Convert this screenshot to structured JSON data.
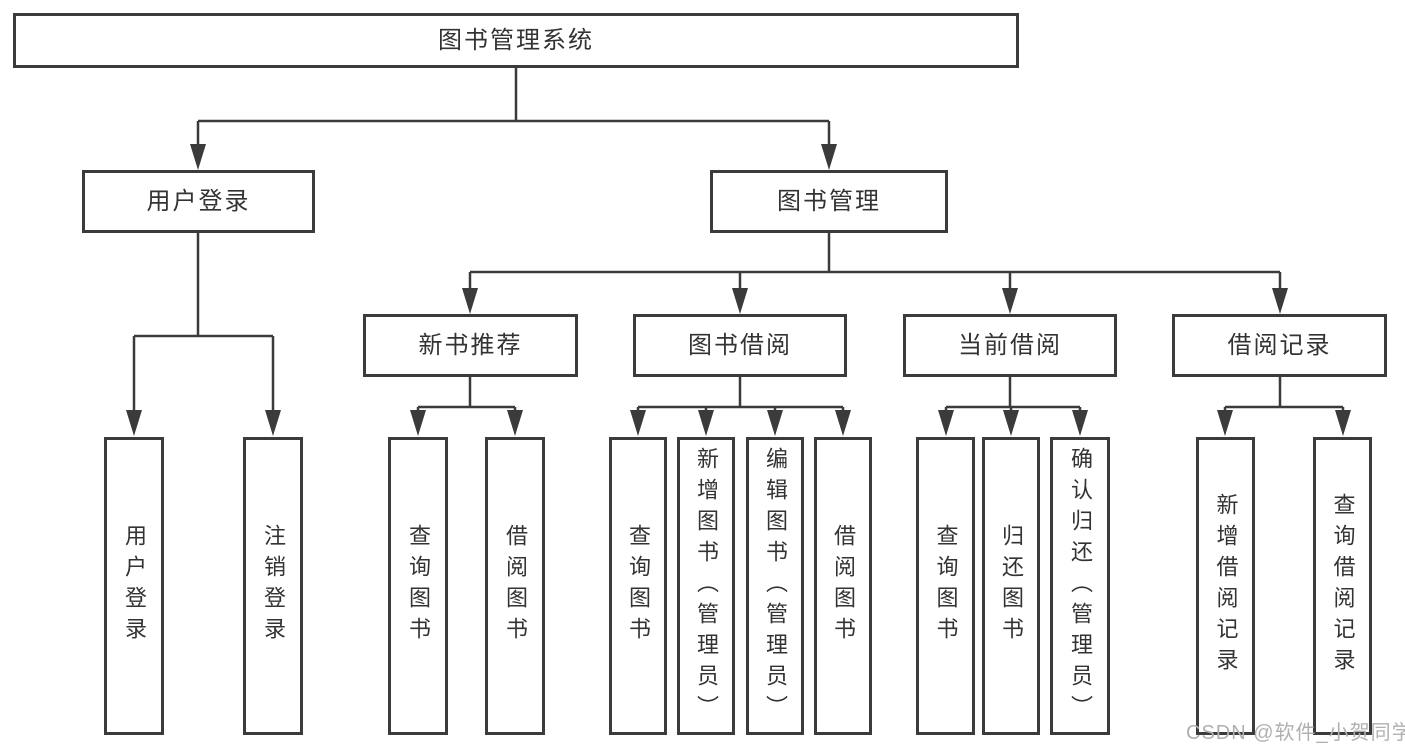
{
  "colors": {
    "line": "#3b3b3b",
    "box_border": "#3b3b3b",
    "text": "#333333",
    "watermark": "#b0b0b0",
    "background": "#ffffff"
  },
  "watermark": {
    "text": "CSDN @软件_小贺同学"
  },
  "tree": {
    "root": {
      "label": "图书管理系统"
    },
    "branches": [
      {
        "label": "用户登录",
        "children": [
          {
            "label": "用户登录"
          },
          {
            "label": "注销登录"
          }
        ]
      },
      {
        "label": "图书管理",
        "children": [
          {
            "label": "新书推荐",
            "children": [
              {
                "label": "查询图书"
              },
              {
                "label": "借阅图书"
              }
            ]
          },
          {
            "label": "图书借阅",
            "children": [
              {
                "label": "查询图书"
              },
              {
                "label": "新增图书（管理员）"
              },
              {
                "label": "编辑图书（管理员）"
              },
              {
                "label": "借阅图书"
              }
            ]
          },
          {
            "label": "当前借阅",
            "children": [
              {
                "label": "查询图书"
              },
              {
                "label": "归还图书"
              },
              {
                "label": "确认归还（管理员）"
              }
            ]
          },
          {
            "label": "借阅记录",
            "children": [
              {
                "label": "新增借阅记录"
              },
              {
                "label": "查询借阅记录"
              }
            ]
          }
        ]
      }
    ]
  }
}
